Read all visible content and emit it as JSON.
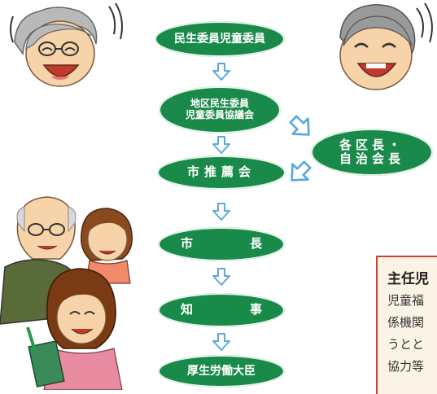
{
  "flow": {
    "node1": "民生委員児童委員",
    "node2_line1": "地区民生委員",
    "node2_line2": "児童委員協議会",
    "node3": "市推薦会",
    "node4_a": "市",
    "node4_b": "長",
    "node5_a": "知",
    "node5_b": "事",
    "node6": "厚生労働大臣",
    "side_line1": "各区長・",
    "side_line2": "自治会長"
  },
  "panel": {
    "title": "主任児",
    "lines": [
      "児童福",
      "係機関",
      "うとと",
      "協力等"
    ]
  },
  "colors": {
    "node_green": "#1a8a4a",
    "arrow_blue": "#5aa9de",
    "panel_border": "#c9402b",
    "panel_bg": "#fbf3e6"
  }
}
